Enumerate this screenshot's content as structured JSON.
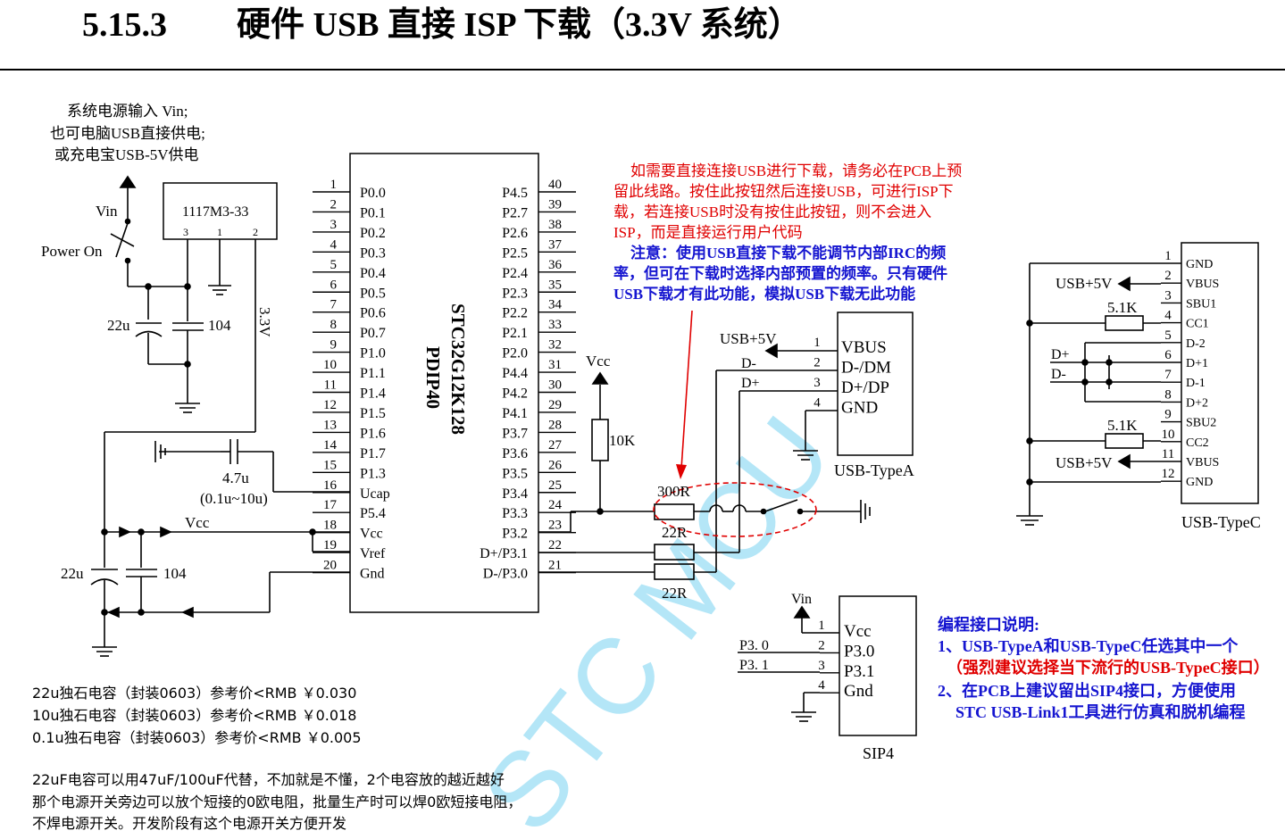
{
  "title": {
    "number": "5.15.3",
    "text": "硬件 USB 直接 ISP 下载（3.3V 系统）"
  },
  "power_note": [
    "系统电源输入 Vin;",
    "也可电脑USB直接供电;",
    "或充电宝USB-5V供电"
  ],
  "regulator": {
    "name": "1117M3-33",
    "pins": [
      "3",
      "1",
      "2"
    ]
  },
  "labels": {
    "vin": "Vin",
    "power_on": "Power On",
    "rail_33v": "3.3V",
    "cap_22u": "22u",
    "cap_104": "104",
    "cap_47u": "4.7u",
    "cap_47u_range": "(0.1u~10u)",
    "vcc": "Vcc",
    "r_10k": "10K",
    "r_300r": "300R",
    "r_22r": "22R",
    "usb5v": "USB+5V",
    "d_minus": "D-",
    "d_plus": "D+",
    "r_51k": "5.1K",
    "p30": "P3. 0",
    "p31": "P3. 1"
  },
  "mcu": {
    "name": "STC32G12K128",
    "package": "PDIP40",
    "left_pins": [
      {
        "num": "1",
        "name": "P0.0"
      },
      {
        "num": "2",
        "name": "P0.1"
      },
      {
        "num": "3",
        "name": "P0.2"
      },
      {
        "num": "4",
        "name": "P0.3"
      },
      {
        "num": "5",
        "name": "P0.4"
      },
      {
        "num": "6",
        "name": "P0.5"
      },
      {
        "num": "7",
        "name": "P0.6"
      },
      {
        "num": "8",
        "name": "P0.7"
      },
      {
        "num": "9",
        "name": "P1.0"
      },
      {
        "num": "10",
        "name": "P1.1"
      },
      {
        "num": "11",
        "name": "P1.4"
      },
      {
        "num": "12",
        "name": "P1.5"
      },
      {
        "num": "13",
        "name": "P1.6"
      },
      {
        "num": "14",
        "name": "P1.7"
      },
      {
        "num": "15",
        "name": "P1.3"
      },
      {
        "num": "16",
        "name": "Ucap"
      },
      {
        "num": "17",
        "name": "P5.4"
      },
      {
        "num": "18",
        "name": "Vcc"
      },
      {
        "num": "19",
        "name": "Vref"
      },
      {
        "num": "20",
        "name": "Gnd"
      }
    ],
    "right_pins": [
      {
        "num": "40",
        "name": "P4.5"
      },
      {
        "num": "39",
        "name": "P2.7"
      },
      {
        "num": "38",
        "name": "P2.6"
      },
      {
        "num": "37",
        "name": "P2.5"
      },
      {
        "num": "36",
        "name": "P2.4"
      },
      {
        "num": "35",
        "name": "P2.3"
      },
      {
        "num": "34",
        "name": "P2.2"
      },
      {
        "num": "33",
        "name": "P2.1"
      },
      {
        "num": "32",
        "name": "P2.0"
      },
      {
        "num": "31",
        "name": "P4.4"
      },
      {
        "num": "30",
        "name": "P4.2"
      },
      {
        "num": "29",
        "name": "P4.1"
      },
      {
        "num": "28",
        "name": "P3.7"
      },
      {
        "num": "27",
        "name": "P3.6"
      },
      {
        "num": "26",
        "name": "P3.5"
      },
      {
        "num": "25",
        "name": "P3.4"
      },
      {
        "num": "24",
        "name": "P3.3"
      },
      {
        "num": "23",
        "name": "P3.2"
      },
      {
        "num": "22",
        "name": "D+/P3.1"
      },
      {
        "num": "21",
        "name": "D-/P3.0"
      }
    ]
  },
  "note_red": [
    "如需要直接连接USB进行下载，请务必在PCB上预",
    "留此线路。按住此按钮然后连接USB，可进行ISP下",
    "载，若连接USB时没有按住此按钮，则不会进入",
    "ISP，而是直接运行用户代码"
  ],
  "note_blue": [
    "注意：使用USB直接下载不能调节内部IRC的频",
    "率，但可在下载时选择内部预置的频率。只有硬件",
    "USB下载才有此功能，模拟USB下载无此功能"
  ],
  "usb_typea": {
    "name": "USB-TypeA",
    "pins": [
      {
        "num": "1",
        "name": "VBUS"
      },
      {
        "num": "2",
        "name": "D-/DM"
      },
      {
        "num": "3",
        "name": "D+/DP"
      },
      {
        "num": "4",
        "name": "GND"
      }
    ]
  },
  "usb_typec": {
    "name": "USB-TypeC",
    "pins": [
      {
        "num": "1",
        "name": "GND"
      },
      {
        "num": "2",
        "name": "VBUS"
      },
      {
        "num": "3",
        "name": "SBU1"
      },
      {
        "num": "4",
        "name": "CC1"
      },
      {
        "num": "5",
        "name": "D-2"
      },
      {
        "num": "6",
        "name": "D+1"
      },
      {
        "num": "7",
        "name": "D-1"
      },
      {
        "num": "8",
        "name": "D+2"
      },
      {
        "num": "9",
        "name": "SBU2"
      },
      {
        "num": "10",
        "name": "CC2"
      },
      {
        "num": "11",
        "name": "VBUS"
      },
      {
        "num": "12",
        "name": "GND"
      }
    ]
  },
  "sip4": {
    "name": "SIP4",
    "pins": [
      {
        "num": "1",
        "name": "Vcc"
      },
      {
        "num": "2",
        "name": "P3.0"
      },
      {
        "num": "3",
        "name": "P3.1"
      },
      {
        "num": "4",
        "name": "Gnd"
      }
    ]
  },
  "prog_note": {
    "title": "编程接口说明:",
    "line1": "1、USB-TypeA和USB-TypeC任选其中一个",
    "line1_red": "（强烈建议选择当下流行的USB-TypeC接口）",
    "line2": "2、在PCB上建议留出SIP4接口，方便使用",
    "line2b": "STC USB-Link1工具进行仿真和脱机编程"
  },
  "price_notes": [
    "22u独石电容（封装0603）参考价<RMB ￥0.030",
    "10u独石电容（封装0603）参考价<RMB ￥0.018",
    "0.1u独石电容（封装0603）参考价<RMB ￥0.005"
  ],
  "bottom_notes": [
    "22uF电容可以用47uF/100uF代替，不加就是不懂，2个电容放的越近越好",
    "那个电源开关旁边可以放个短接的0欧电阻，批量生产时可以焊0欧短接电阻，",
    "不焊电源开关。开发阶段有这个电源开关方便开发"
  ],
  "watermark": "STC MCU",
  "colors": {
    "red": "#e00000",
    "blue": "#1515d0"
  }
}
